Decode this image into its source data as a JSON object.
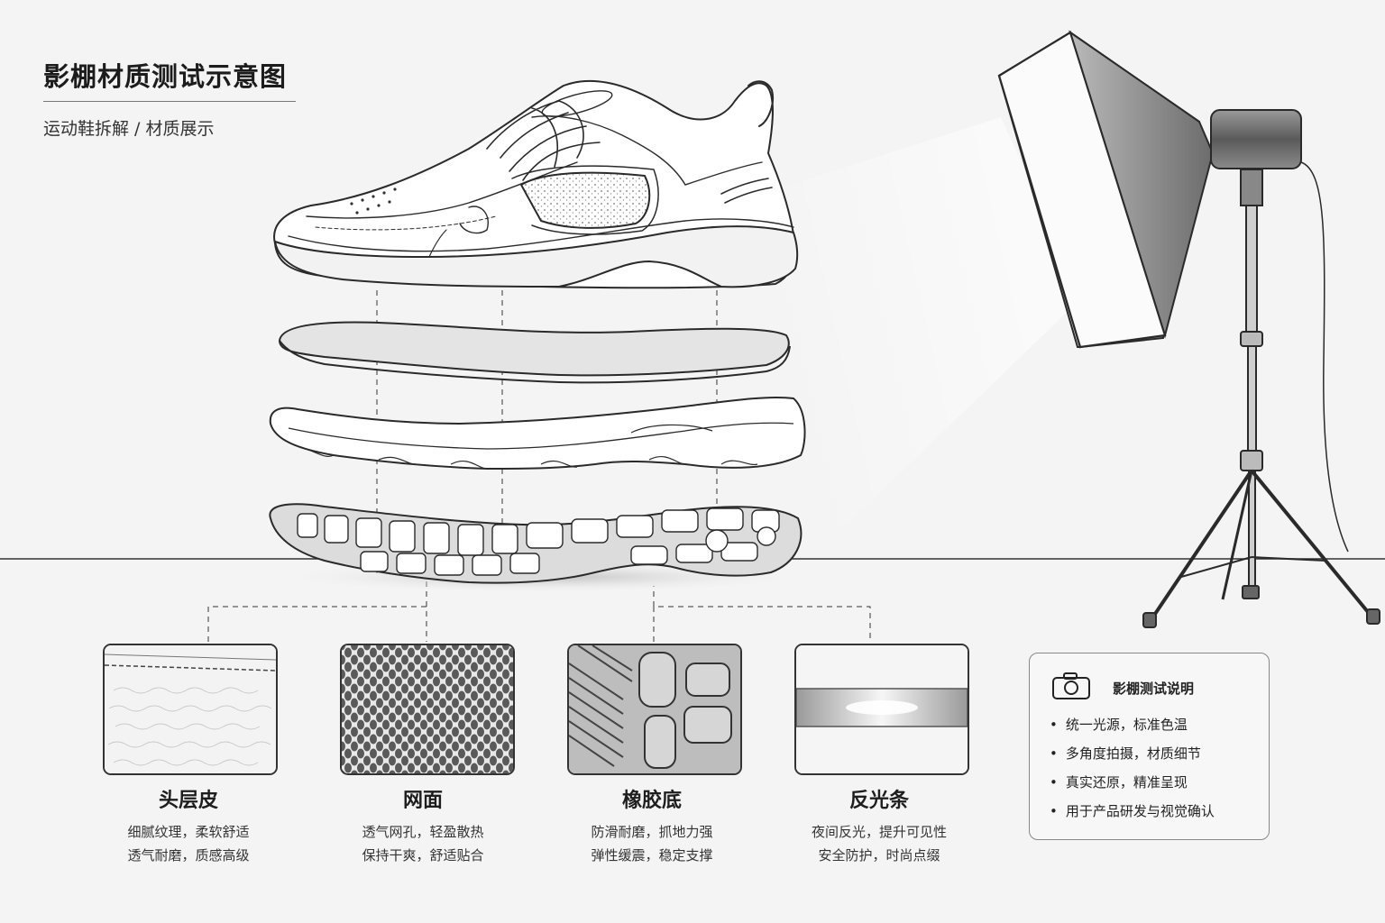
{
  "header": {
    "title": "影棚材质测试示意图",
    "subtitle": "运动鞋拆解 / 材质展示"
  },
  "materials": [
    {
      "name": "头层皮",
      "desc_line1": "细腻纹理，柔软舒适",
      "desc_line2": "透气耐磨，质感高级",
      "texture": "leather"
    },
    {
      "name": "网面",
      "desc_line1": "透气网孔，轻盈散热",
      "desc_line2": "保持干爽，舒适贴合",
      "texture": "mesh"
    },
    {
      "name": "橡胶底",
      "desc_line1": "防滑耐磨，抓地力强",
      "desc_line2": "弹性缓震，稳定支撑",
      "texture": "rubber"
    },
    {
      "name": "反光条",
      "desc_line1": "夜间反光，提升可见性",
      "desc_line2": "安全防护，时尚点缀",
      "texture": "reflective"
    }
  ],
  "info_panel": {
    "icon": "camera-icon",
    "title": "影棚测试说明",
    "items": [
      "统一光源，标准色温",
      "多角度拍摄，材质细节",
      "真实还原，精准呈现",
      "用于产品研发与视觉确认"
    ]
  },
  "colors": {
    "background": "#f4f4f4",
    "line": "#2a2a2a",
    "softbox_face": "#fbfbfb"
  }
}
